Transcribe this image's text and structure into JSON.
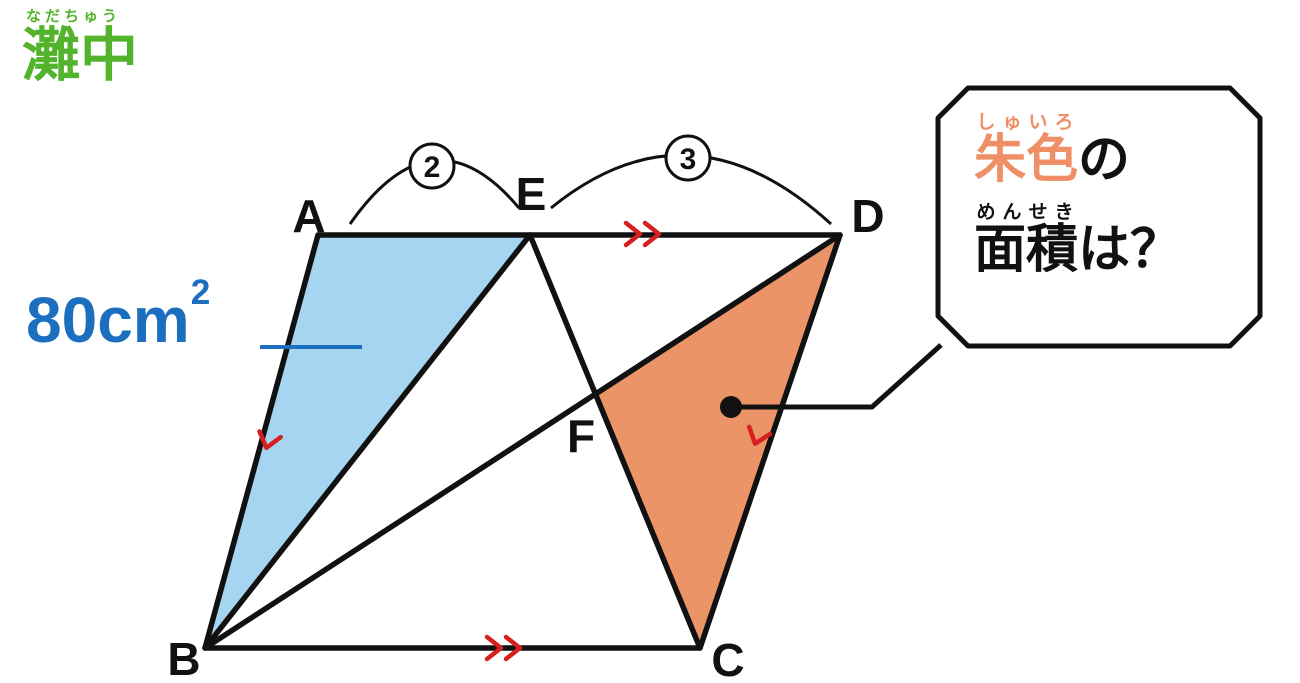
{
  "logo": {
    "furigana": "なだちゅう",
    "text": "灘中",
    "color": "#54b32c"
  },
  "figure": {
    "vertices": {
      "A": "A",
      "B": "B",
      "C": "C",
      "D": "D",
      "E": "E",
      "F": "F"
    },
    "segment_ratio": {
      "AE": "2",
      "ED": "3"
    },
    "area_label": {
      "value": "80cm",
      "superscript": "2",
      "color": "#1b6fbe"
    },
    "colors": {
      "blue_region": "#a5d5f0",
      "orange_region": "#ea9468",
      "tick_marks": "#d6201f",
      "lines": "#111111"
    }
  },
  "bubble": {
    "word1_base": "朱色",
    "word1_furigana": "しゅいろ",
    "word1_suffix": "の",
    "word2_base": "面積",
    "word2_furigana": "めんせき",
    "word2_suffix": "は？",
    "accent_color": "#ee8f66"
  }
}
